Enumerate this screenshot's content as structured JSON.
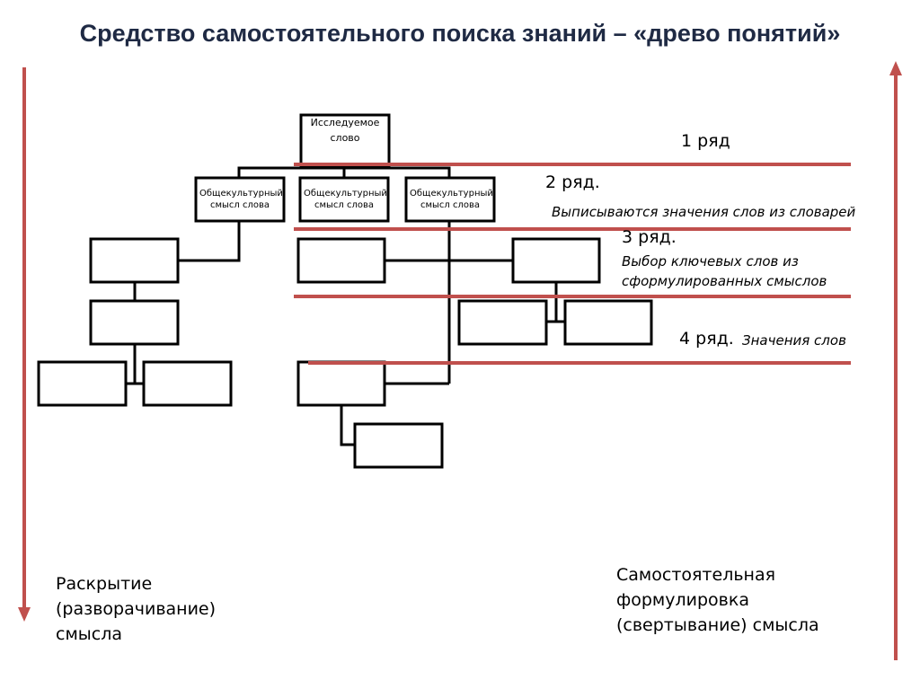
{
  "title": "Средство самостоятельного поиска знаний – «древо понятий»",
  "root_box": "Исследуемое слово",
  "level2_boxes": [
    "Общекультурный смысл слова",
    "Общекультурный смысл слова",
    "Общекультурный смысл слова"
  ],
  "rows": {
    "row1": "1 ряд",
    "row2": "2 ряд.",
    "row2_desc": "Выписываются значения слов из словарей",
    "row3": "3 ряд.",
    "row3_desc_1": "Выбор ключевых слов из",
    "row3_desc_2": "сформулированных смыслов",
    "row4": "4 ряд.",
    "row4_desc": "Значения слов"
  },
  "left_caption": [
    "Раскрытие",
    "(разворачивание)",
    "смысла"
  ],
  "right_caption": [
    "Самостоятельная",
    "формулировка",
    "(свертывание) смысла"
  ],
  "colors": {
    "accent": "#c0504d",
    "title": "#1f2a44"
  }
}
